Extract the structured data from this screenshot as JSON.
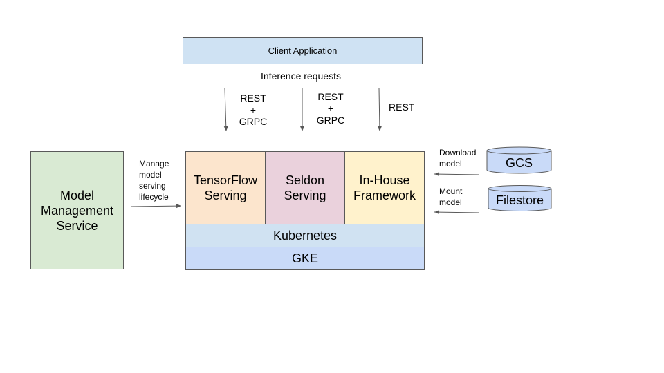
{
  "client": {
    "label": "Client Application"
  },
  "inference_label": "Inference requests",
  "protocols": {
    "tensorflow": "REST\n+\nGRPC",
    "seldon": "REST\n+\nGRPC",
    "inhouse": "REST"
  },
  "model_management": {
    "label": "Model\nManagement\nService",
    "edge_label": "Manage\nmodel\nserving\nlifecycle"
  },
  "frameworks": [
    {
      "label": "TensorFlow\nServing",
      "color": "#fce5cd"
    },
    {
      "label": "Seldon\nServing",
      "color": "#ead1dc"
    },
    {
      "label": "In-House\nFramework",
      "color": "#fff2cc"
    }
  ],
  "kubernetes": {
    "label": "Kubernetes",
    "color": "#d0e2f2"
  },
  "gke": {
    "label": "GKE",
    "color": "#c9daf8"
  },
  "storage": {
    "gcs": {
      "label": "GCS",
      "edge_label": "Download\nmodel"
    },
    "filestore": {
      "label": "Filestore",
      "edge_label": "Mount\nmodel"
    }
  },
  "colors": {
    "client": "#cfe2f3",
    "model_management": "#d9ead3",
    "storage": "#c9daf8",
    "border": "#595959",
    "arrow": "#595959"
  }
}
